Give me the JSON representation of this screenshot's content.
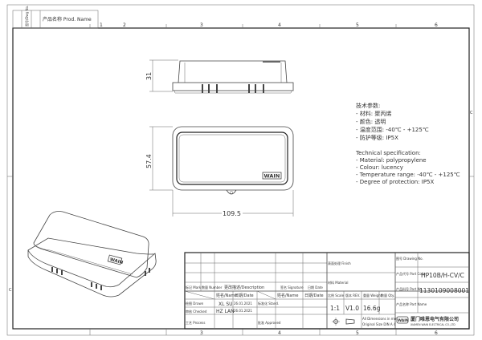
{
  "frame": {
    "columns": [
      "1",
      "2",
      "3",
      "4",
      "5",
      "6"
    ],
    "rows": [
      "C",
      "C"
    ],
    "corner_box": {
      "cell1": "图号/Dwg No.",
      "cell2": "产品名称 Prod. Name"
    }
  },
  "dimensions": {
    "height": "31",
    "width": "57.4",
    "length": "109.5"
  },
  "logo": "WAIN",
  "specs": {
    "cn_title": "技术参数:",
    "cn_items": [
      "- 材料: 聚丙烯",
      "- 颜色: 透明",
      "- 温度范围: -40℃ - +125℃",
      "- 防护等级: IP5X"
    ],
    "en_title": "Technical specification:",
    "en_items": [
      "- Material: polypropylene",
      "- Colour: lucency",
      "- Temperature range: -40℃ - +125℃",
      "- Degree of protection: IP5X"
    ]
  },
  "title_block": {
    "mark": "标记 Mark",
    "number": "数量 Number",
    "description": "更改描述/Description",
    "signature": "签名 Signature",
    "date": "日期 Date",
    "name_col": "姓名/Name",
    "date_col": "日期/Date",
    "name_col2": "姓名/Name",
    "date_col2": "日期/Date",
    "drawn": "绘图 Drawn",
    "drawn_name": "XL SU",
    "drawn_date": "26.01.2021",
    "checked": "审核 Checked",
    "checked_name": "HZ LAN",
    "checked_date": "26.01.2021",
    "process": "工艺 Process",
    "stand": "标准化 Stand.",
    "approved": "批准 Approved",
    "finish": "表面处理 Finish",
    "material": "材料 Material",
    "scale_label": "比例 Scale",
    "rev_label": "版本 REV.",
    "weight_label": "重量 Weight",
    "qty_label": "数量 Qty.",
    "scale": "1:1",
    "rev": "V1.0",
    "weight": "16.6g",
    "dims_note_1": "All Dimensions in mm",
    "dims_note_2": "Original Size DIN A 4",
    "drawing_no_label": "图号 Drawing No.",
    "part_code_label": "产品代号 Part Code",
    "part_code": "HP10B/H-CV/C",
    "part_no_label": "产品料号 Part No.",
    "part_no": "1130109008001",
    "part_name_label": "产品名称 Part Name",
    "company_cn": "厦门唯恩电气有限公司",
    "company_en": "XIAMEN WAIN ELECTRICAL CO.,LTD"
  }
}
